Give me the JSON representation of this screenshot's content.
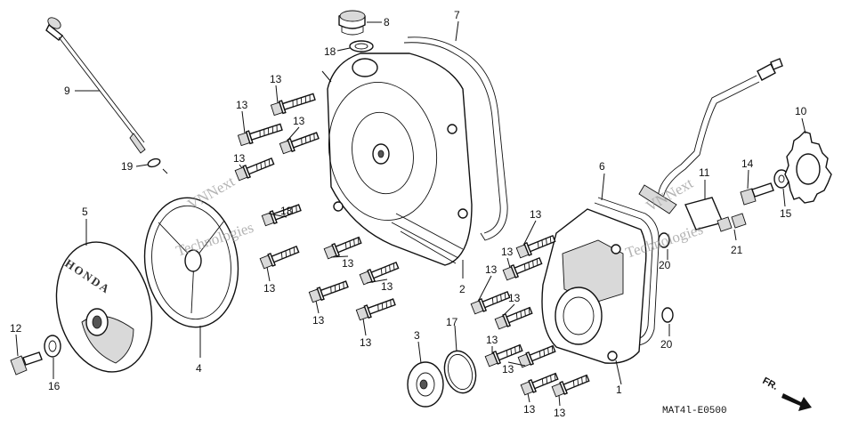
{
  "diagram": {
    "part_code": "MAT4l-E0500",
    "direction_label": "FR.",
    "brand_text": "HONDA",
    "watermarks": [
      "VNNext",
      "Technologies",
      "VNNext",
      "Technologies"
    ],
    "callouts": [
      "1",
      "2",
      "3",
      "4",
      "5",
      "6",
      "7",
      "8",
      "9",
      "10",
      "11",
      "12",
      "13",
      "14",
      "15",
      "16",
      "17",
      "18",
      "19",
      "20",
      "21"
    ],
    "bolt_callout": "13"
  }
}
